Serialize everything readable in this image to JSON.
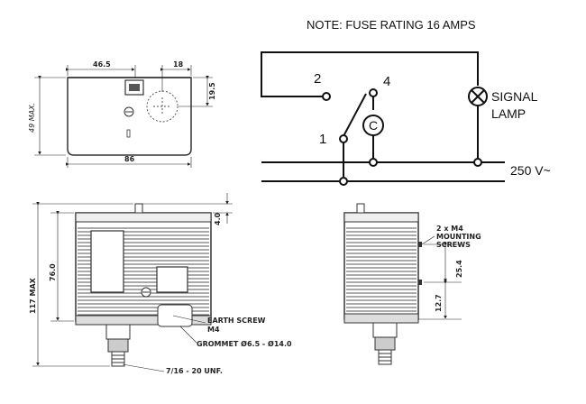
{
  "note": "NOTE: FUSE RATING 16 AMPS",
  "wiring": {
    "terminal_2": "2",
    "terminal_4": "4",
    "terminal_1": "1",
    "compressor": "C",
    "signal": "SIGNAL",
    "lamp": "LAMP",
    "supply": "250 V~"
  },
  "top_view": {
    "width_46_5": "46.5",
    "width_18": "18",
    "height_19_5": "19.5",
    "height_49": "49 MAX.",
    "width_86": "86"
  },
  "front_view": {
    "dim_4_0": "4.0",
    "dim_76_0": "76.0",
    "dim_117": "117 MAX",
    "earth_screw": "EARTH SCREW",
    "earth_m4": "M4",
    "grommet": "GROMMET Ø6.5 - Ø14.0",
    "thread": "7/16 - 20 UNF."
  },
  "side_view": {
    "mount_1": "2 x M4",
    "mount_2": "MOUNTING",
    "mount_3": "SCREWS",
    "dim_25_4": "25.4",
    "dim_12_7": "12.7"
  }
}
